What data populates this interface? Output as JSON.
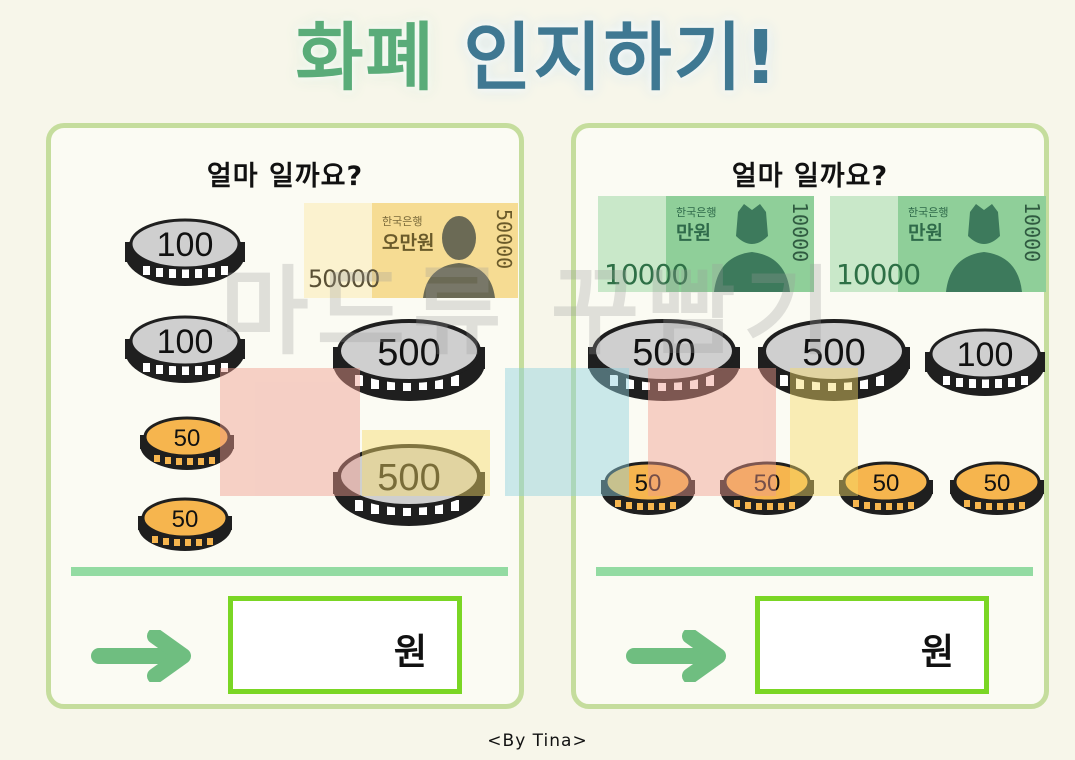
{
  "title": {
    "part1": "화폐",
    "part2": "인지하기!"
  },
  "credit": "<By Tina>",
  "colors": {
    "title_green": "#5aac79",
    "title_blue": "#3f7892",
    "card_border": "#c5dd9d",
    "divider": "#93dba2",
    "answer_border": "#7ad624",
    "arrow": "#6fbe80",
    "silver_coin_face": "#cfcfcf",
    "gold_coin_face": "#f6b54e",
    "coin_rim": "#222222"
  },
  "watermark": {
    "text": "마드류 꾸빰기",
    "icon": "colored-squares-logo"
  },
  "cards": [
    {
      "question": "얼마 일까요?",
      "answer_unit": "원",
      "arrow_icon": "right-arrow-icon",
      "coins": [
        {
          "value": "100",
          "kind": "silver"
        },
        {
          "value": "100",
          "kind": "silver"
        },
        {
          "value": "50",
          "kind": "gold"
        },
        {
          "value": "50",
          "kind": "gold"
        },
        {
          "value": "500",
          "kind": "silver"
        },
        {
          "value": "500",
          "kind": "silver"
        }
      ],
      "notes": [
        {
          "bank": "한국은행",
          "name": "오만원",
          "side_value": "50000",
          "corner_value": "50000",
          "color": "#f4d68e"
        }
      ]
    },
    {
      "question": "얼마 일까요?",
      "answer_unit": "원",
      "arrow_icon": "right-arrow-icon",
      "coins": [
        {
          "value": "500",
          "kind": "silver"
        },
        {
          "value": "500",
          "kind": "silver"
        },
        {
          "value": "100",
          "kind": "silver"
        },
        {
          "value": "50",
          "kind": "gold"
        },
        {
          "value": "50",
          "kind": "gold"
        },
        {
          "value": "50",
          "kind": "gold"
        },
        {
          "value": "50",
          "kind": "gold"
        }
      ],
      "notes": [
        {
          "bank": "한국은행",
          "name": "만원",
          "side_value": "10000",
          "corner_value": "10000",
          "color": "#8fcf99"
        },
        {
          "bank": "한국은행",
          "name": "만원",
          "side_value": "10000",
          "corner_value": "10000",
          "color": "#8fcf99"
        }
      ]
    }
  ]
}
